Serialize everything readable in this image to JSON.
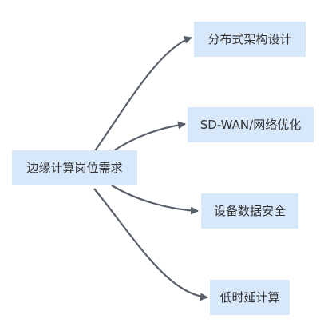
{
  "root": {
    "label": "边缘计算岗位需求"
  },
  "children": [
    {
      "label": "分布式架构设计"
    },
    {
      "label": "SD-WAN/网络优化"
    },
    {
      "label": "设备数据安全"
    },
    {
      "label": "低时延计算"
    }
  ],
  "colors": {
    "node_fill": "#d8e8fb",
    "edge": "#59606b",
    "text": "#333333"
  }
}
